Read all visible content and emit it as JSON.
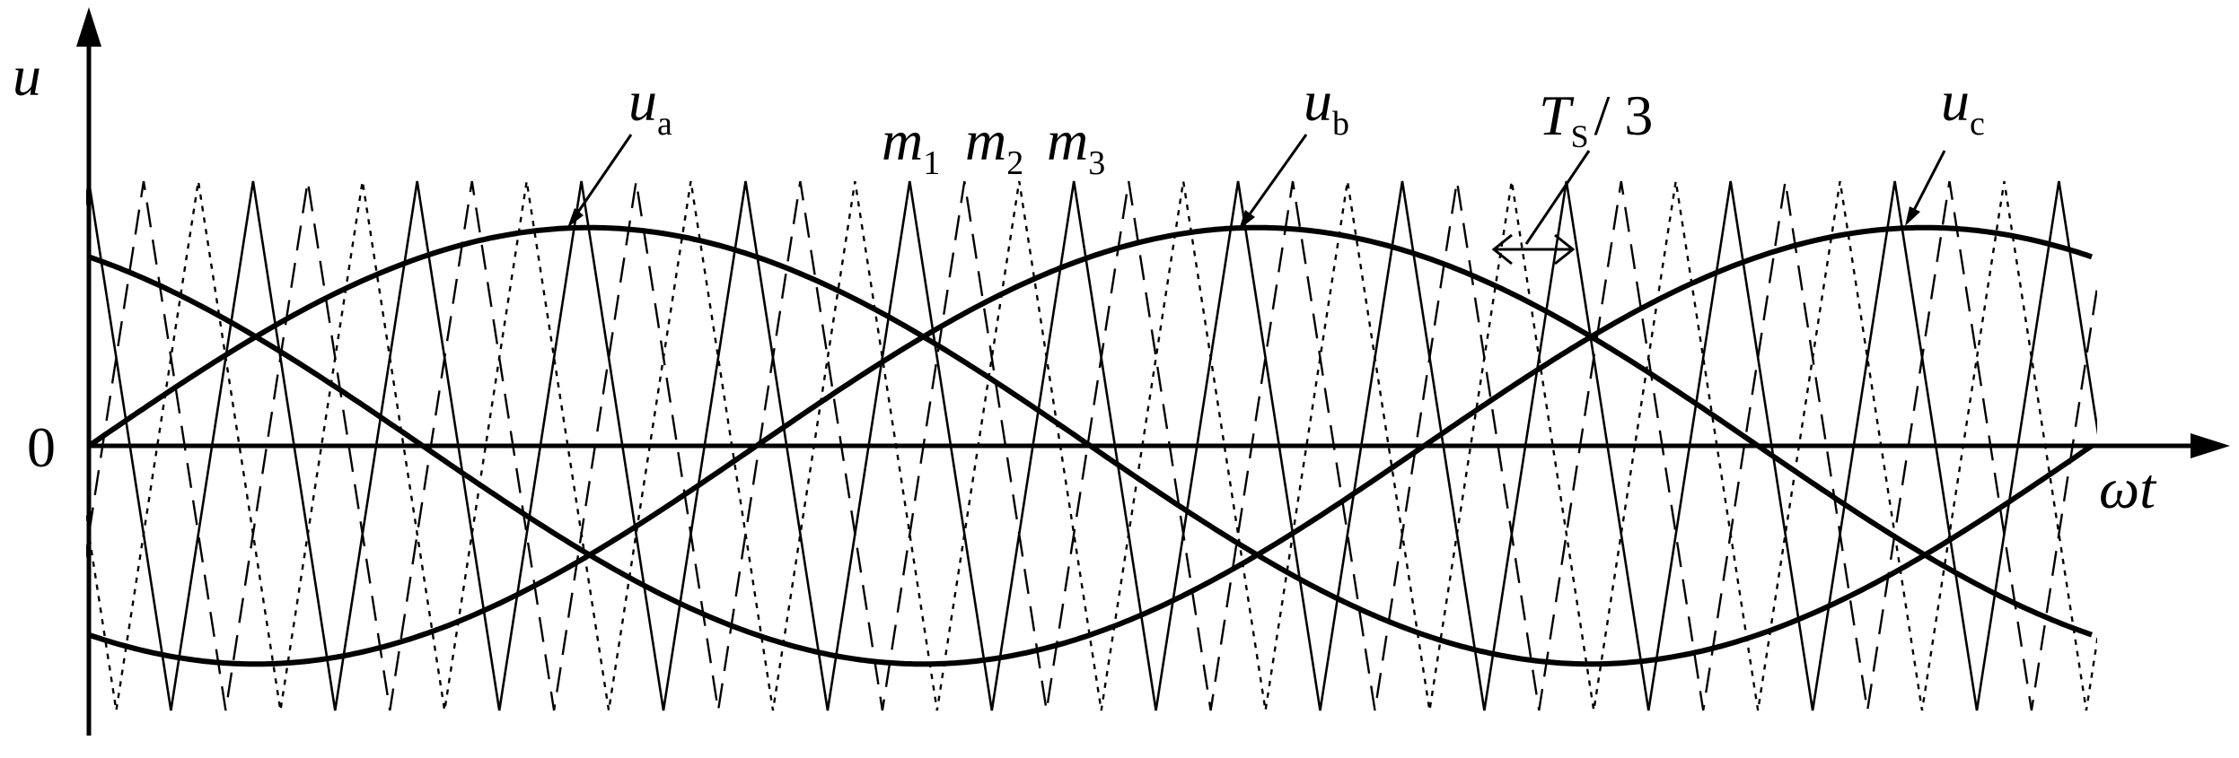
{
  "labels": {
    "y_axis": "u",
    "x_axis": "ωt",
    "origin": "0",
    "ua_main": "u",
    "ua_sub": "a",
    "ub_main": "u",
    "ub_sub": "b",
    "uc_main": "u",
    "uc_sub": "c",
    "m1_main": "m",
    "m1_sub": "1",
    "m2_main": "m",
    "m2_sub": "2",
    "m3_main": "m",
    "m3_sub": "3",
    "ts_main": "T",
    "ts_sub": "S",
    "ts_rest": "/ 3"
  },
  "diagram": {
    "sine_waves": [
      {
        "name": "ua",
        "phase_deg": 0
      },
      {
        "name": "ub",
        "phase_deg": -120
      },
      {
        "name": "uc",
        "phase_deg": 120
      }
    ],
    "sine_amplitude_ratio": 0.62,
    "carriers": [
      {
        "name": "m1",
        "style": "solid",
        "phase_shift_fraction": 0
      },
      {
        "name": "m2",
        "style": "dashed",
        "phase_shift_fraction": 0.3333
      },
      {
        "name": "m3",
        "style": "dotted",
        "phase_shift_fraction": 0.6667
      }
    ],
    "carrier_periods_per_cycle": 12.2,
    "colors": {
      "stroke": "#000000",
      "background": "#ffffff"
    }
  }
}
